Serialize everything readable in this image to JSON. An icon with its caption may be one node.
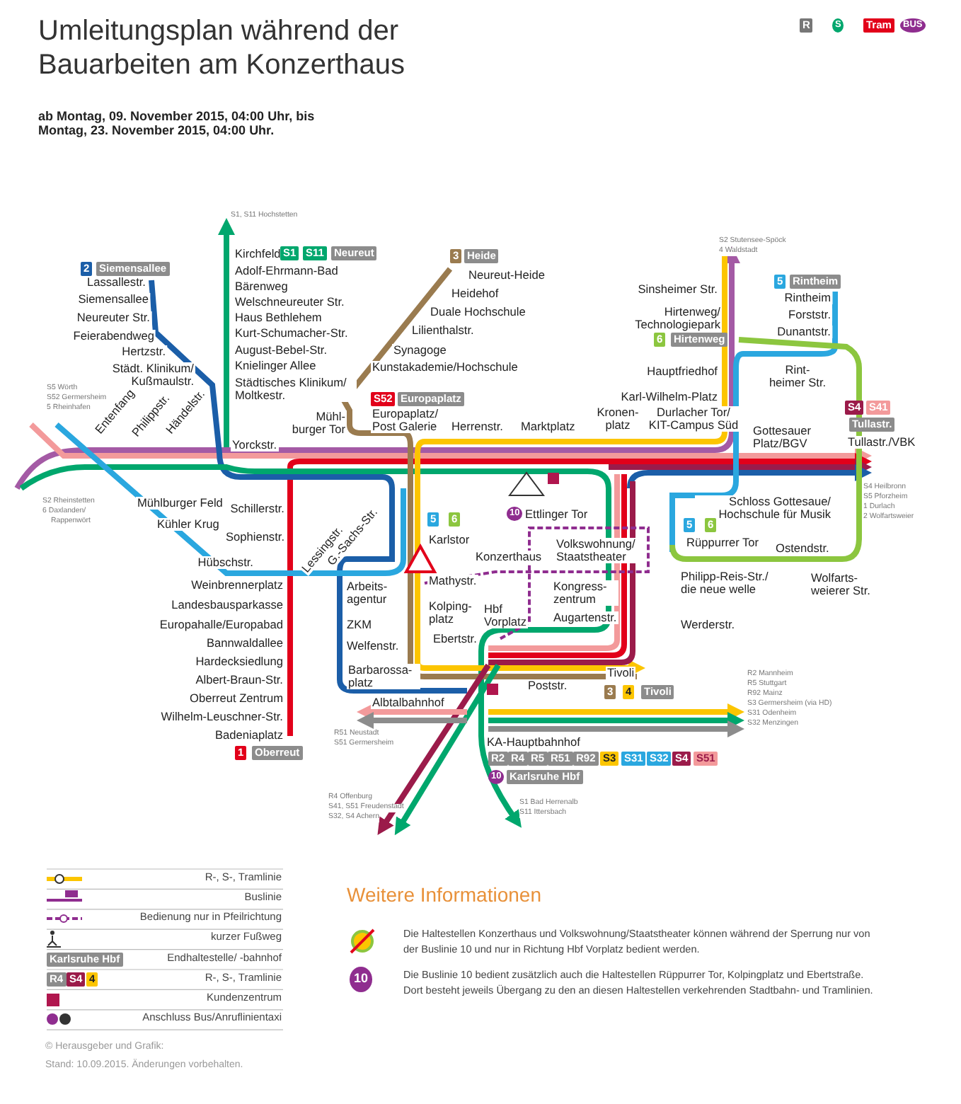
{
  "diagram": {
    "title": "Umleitungsplan während der Bauarbeiten am Konzerthaus",
    "labels": [
      "ab Montag, 09. November 2015, 04:00 Uhr, bis Montag, 23. November 2015, 04:00 Uhr.",
      "R",
      "S",
      "Tram",
      "BUS",
      "S1, S11 Hochstetten",
      "Kirchfeld",
      "S1",
      "S11",
      "Neureut",
      "Adolf-Ehrmann-Bad",
      "Bärenweg",
      "Welschneureuter Str.",
      "Haus Bethlehem",
      "Kurt-Schumacher-Str.",
      "August-Bebel-Str.",
      "Knielinger Allee",
      "Städtisches Klinikum/ Moltkestr.",
      "2",
      "Siemensallee",
      "Lassallestr.",
      "Siemensallee",
      "Neureuter Str.",
      "Feierabendweg",
      "Hertzstr.",
      "Städt. Klinikum/ Kußmaulstr.",
      "S5 Wörth",
      "S52 Germersheim",
      "5 Rheinhafen",
      "Entenfang",
      "Philippstr.",
      "Händelstr.",
      "Yorckstr.",
      "Mühl- burger Tor",
      "S52",
      "Europaplatz",
      "Europaplatz/ Post Galerie",
      "3",
      "Heide",
      "Neureut-Heide",
      "Heidehof",
      "Duale Hochschule",
      "Lilienthalstr.",
      "Synagoge",
      "Kunstakademie/Hochschule",
      "Herrenstr.",
      "Marktplatz",
      "Kronen- platz",
      "Durlacher Tor/ KIT-Campus Süd",
      "S2 Stutensee-Spöck",
      "4 Waldstadt",
      "Sinsheimer Str.",
      "Hirtenweg/ Technologiepark",
      "6",
      "Hirtenweg",
      "Hauptfriedhof",
      "Karl-Wilhelm-Platz",
      "5",
      "Rintheim",
      "Rintheim",
      "Forststr.",
      "Dunantstr.",
      "Rint- heimer Str.",
      "S4",
      "S41",
      "Tullastr.",
      "Tullastr./VBK",
      "Gottesauer Platz/BGV",
      "S4 Heilbronn",
      "S5 Pforzheim",
      "1 Durlach",
      "2 Wolfartsweier",
      "Schloss Gottesaue/ Hochschule für Musik",
      "5",
      "6",
      "Rüppurrer Tor",
      "Ostendstr.",
      "Philipp-Reis-Str./ die neue welle",
      "Wolfarts- weierer Str.",
      "Werderstr.",
      "10",
      "Ettlinger Tor",
      "Volkswohnung/ Staatstheater",
      "Konzerthaus",
      "Kongress- zentrum",
      "Augartenstr.",
      "Hbf Vorplatz",
      "5",
      "6",
      "Karlstor",
      "Mathystr.",
      "Kolping- platz",
      "Ebertstr.",
      "Tivoli",
      "3",
      "4",
      "Tivoli",
      "Poststr.",
      "R2 Mannheim",
      "R5 Stuttgart",
      "R92 Mainz",
      "S3 Germersheim (via HD)",
      "S31 Odenheim",
      "S32 Menzingen",
      "KA-Hauptbahnhof",
      "R2",
      "R4",
      "R5",
      "R51",
      "R92",
      "S3",
      "S31",
      "S32",
      "S4",
      "S51",
      "10",
      "Karlsruhe Hbf",
      "S1 Bad Herrenalb",
      "S11 Ittersbach",
      "S2 Rheinstetten",
      "6 Daxlanden/",
      "Rappenwört",
      "Mühlburger Feld",
      "Kühler Krug",
      "Schillerstr.",
      "Sophienstr.",
      "Hübschstr.",
      "Lessingstr.",
      "G.-Sachs-Str.",
      "Weinbrennerplatz",
      "Landesbausparkasse",
      "Europahalle/Europabad",
      "Bannwaldallee",
      "Hardecksiedlung",
      "Albert-Braun-Str.",
      "Oberreut Zentrum",
      "Wilhelm-Leuschner-Str.",
      "Badeniaplatz",
      "1",
      "Oberreut",
      "Arbeits- agentur",
      "ZKM",
      "Welfenstr.",
      "Barbarossa- platz",
      "Albtalbahnhof",
      "R51 Neustadt",
      "S51 Germersheim",
      "R4 Offenburg",
      "S41, S51 Freudenstadt",
      "S32, S4 Achern",
      "Karlsruhe Hbf",
      "R4",
      "S4",
      "4",
      "© Herausgeber und Grafik:",
      "Stand: 10.09.2015. Änderungen vorbehalten.",
      "Weitere Informationen",
      "Die Haltestellen Konzerthaus und Volkswohnung/Staatstheater können während der Sperrung nur von der Buslinie 10 und nur in Richtung Hbf Vorplatz bedient werden.",
      "10",
      "Die Buslinie 10 bedient zusätzlich auch die Haltestellen Rüppurrer Tor, Kolpingplatz und Ebertstraße. Dort besteht jeweils Übergang zu den an diesen Haltestellen verkehrenden Stadtbahn- und Tramlinien."
    ],
    "legend": [
      {
        "text": "R-, S-, Tramlinie"
      },
      {
        "text": "Buslinie"
      },
      {
        "text": "Bedienung nur in Pfeilrichtung"
      },
      {
        "text": "kurzer Fußweg"
      },
      {
        "text": "Endhaltestelle/ -bahnhof"
      },
      {
        "text": "R-, S-, Tramlinie"
      },
      {
        "text": "Kundenzentrum"
      },
      {
        "text": "Anschluss Bus/Anruflinientaxi"
      }
    ]
  }
}
